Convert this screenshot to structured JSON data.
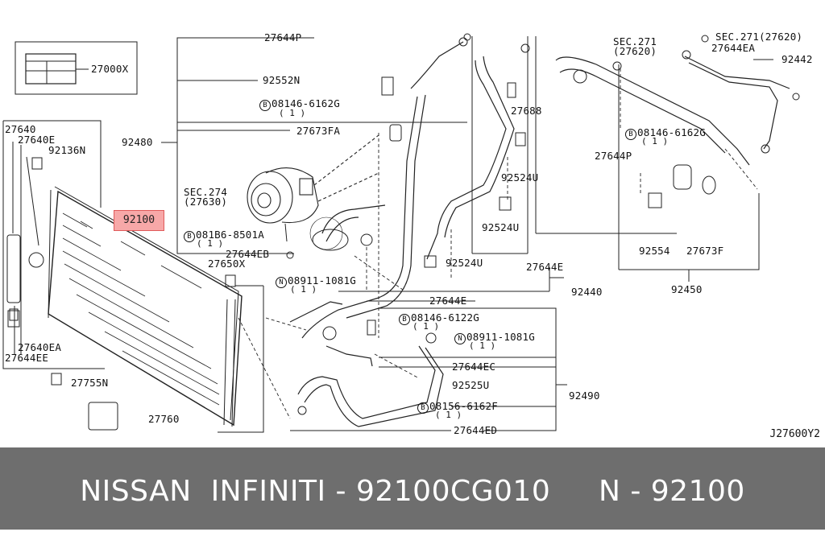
{
  "diagram": {
    "code": "J27600Y2",
    "highlight_label": "92100",
    "labels": {
      "l27000x": "27000X",
      "l27644p_top": "27644P",
      "l92552n": "92552N",
      "l08146_6162g_a": "08146-6162G",
      "l08146_6162g_a_qty": "( 1 )",
      "l27673fa": "27673FA",
      "l92480": "92480",
      "l27640": "27640",
      "l27640e": "27640E",
      "l92136n": "92136N",
      "lsec274": "SEC.274",
      "lsec274_ref": "(27630)",
      "l081b6": "081B6-8501A",
      "l081b6_qty": "( 1 )",
      "l27644eb": "27644EB",
      "l27650x": "27650X",
      "l08911_1081g_a": "08911-1081G",
      "l08911_1081g_a_qty": "( 1 )",
      "l27688": "27688",
      "l92524u_a": "92524U",
      "l92524u_b": "92524U",
      "l92524u_c": "92524U",
      "l27644e_a": "27644E",
      "l92440": "92440",
      "l27644e_b": "27644E",
      "lsec271_a": "SEC.271",
      "lsec271_a_ref": "(27620)",
      "lsec271_b": "SEC.271(27620)",
      "l27644ea": "27644EA",
      "l92442": "92442",
      "l08146_6162g_b": "08146-6162G",
      "l08146_6162g_b_qty": "( 1 )",
      "l27644p_mid": "27644P",
      "l92554": "92554",
      "l27673f": "27673F",
      "l92450": "92450",
      "l27640ea": "27640EA",
      "l27644ee": "27644EE",
      "l27755n": "27755N",
      "l27760": "27760",
      "l08146_6122g": "08146-6122G",
      "l08146_6122g_qty": "( 1 )",
      "l08911_1081g_b": "08911-1081G",
      "l08911_1081g_b_qty": "( 1 )",
      "l27644ec": "27644EC",
      "l92525u": "92525U",
      "l92490": "92490",
      "l08156_6162f": "08156-6162F",
      "l08156_6162f_qty": "( 1 )",
      "l27644ed": "27644ED"
    },
    "circle_marks": {
      "b": "B",
      "n": "N"
    }
  },
  "banner": {
    "text": "NISSAN  INFINITI - 92100CG010     N - 92100"
  }
}
